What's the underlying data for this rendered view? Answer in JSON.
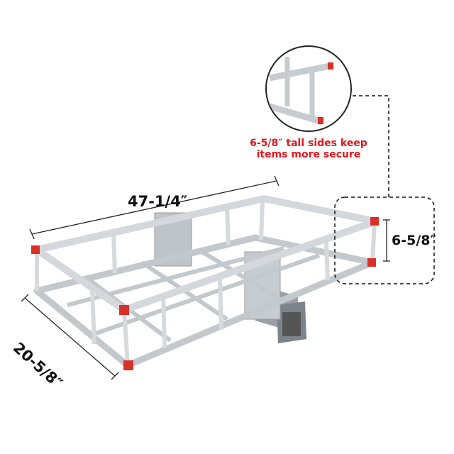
{
  "dimensions": {
    "length": "47-1/4″",
    "width": "20-5/8″",
    "side_height": "6-5/8″"
  },
  "callout": {
    "line1": "6-5/8″  tall sides keep",
    "line2": "items more secure"
  },
  "colors": {
    "callout_text": "#e8141b",
    "frame": "#c9ced3",
    "end_caps": "#d9302a"
  }
}
